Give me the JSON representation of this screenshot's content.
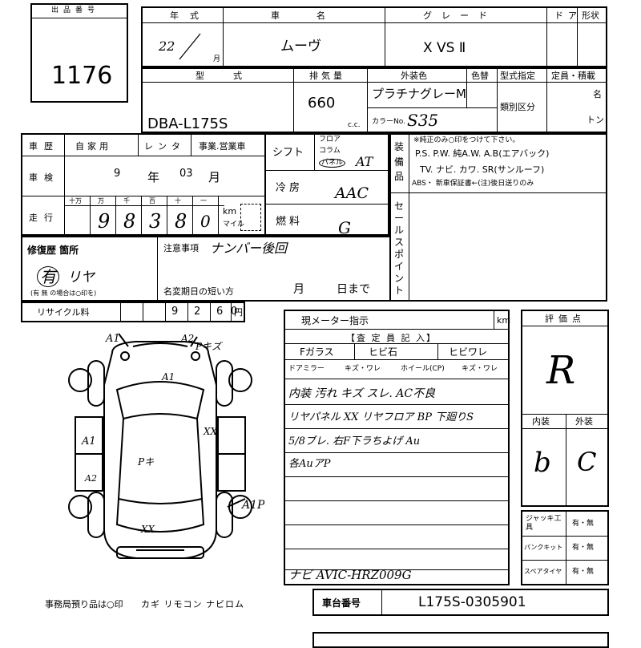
{
  "lot": {
    "label": "出品番号",
    "number": "1176"
  },
  "header": {
    "year_label": "年式",
    "name_label": "車名",
    "grade_label": "グレード",
    "door_label": "ドア",
    "shape_label": "形状",
    "year_value": "22",
    "year_suffix": "月",
    "car_name": "ムーヴ",
    "grade": "X VS Ⅱ"
  },
  "model": {
    "label": "型式",
    "value": "DBA-L175S",
    "displacement_label": "排気量",
    "displacement": "660",
    "cc": "c.c.",
    "color_label": "外装色",
    "color": "プラチナグレーM",
    "color_change_label": "色替",
    "color_no_label": "カラーNo.",
    "color_no": "S35",
    "type_designation": "型式指定",
    "class_label": "類別区分",
    "capacity_label": "定員・積載",
    "persons_unit": "名",
    "ton_unit": "トン"
  },
  "history": {
    "label": "車歴",
    "options": [
      "自家用",
      "レンタ",
      "事業.営業車"
    ],
    "inspection_label": "車検",
    "insp_year": "9",
    "year_char": "年",
    "insp_month": "03",
    "month_char": "月",
    "mileage_label": "走行",
    "digit_labels": [
      "十万",
      "万",
      "千",
      "百",
      "十",
      "一"
    ],
    "mileage_digits": [
      "9",
      "8",
      "3",
      "8",
      "0"
    ],
    "km_label": "km",
    "mile_label": "マイル"
  },
  "shift": {
    "label": "シフト",
    "options": [
      "フロア",
      "コラム",
      "パネル"
    ],
    "value": "AT"
  },
  "ac": {
    "label": "冷房",
    "value": "AAC"
  },
  "fuel": {
    "label": "燃料",
    "value": "G"
  },
  "equipment": {
    "label": "装備品",
    "note": "※純正のみ○印をつけて下さい。",
    "row1": "P.S. P.W. 純A.W. A.B(エアバック)",
    "row2": "TV. ナビ. カワ. SR(サンルーフ)",
    "row3": "ABS・ 新車保証書←(注)後日送りのみ"
  },
  "sales_point": {
    "label": "セールスポイント"
  },
  "repair": {
    "label": "修復歴 箇所",
    "value": "有",
    "handwritten": "リヤ",
    "note": "(有 無 の場合は○印を)"
  },
  "notes": {
    "label": "注意事項",
    "value": "ナンバー後回",
    "name_change_label": "名変期日の短い方",
    "month": "月",
    "day": "日まで"
  },
  "recycle": {
    "label": "リサイクル料",
    "digits": [
      "9",
      "2",
      "6",
      "0"
    ],
    "yen": "円"
  },
  "meter": {
    "label": "現メーター指示",
    "km": "km"
  },
  "inspector": {
    "title": "【査 定 員 記 入】",
    "glass_label": "Fガラス",
    "glass_mid": "ヒビ石",
    "glass_right": "ヒビワレ",
    "mirror_label": "ドアミラー",
    "mirror_value": "キズ・ワレ",
    "wheel_label": "ホイール(CP)",
    "wheel_value": "キズ・ワレ",
    "lines": [
      "内装 汚れ キズ スレ. AC不良",
      "リヤパネル XX リヤフロア BP 下廻りS",
      "5/8ブレ. 右F下ラちよげ Au",
      "各AuアP"
    ],
    "navi": "ナビ AVIC-HRZ009G"
  },
  "evaluation": {
    "label": "評価点",
    "score": "R",
    "interior_label": "内装",
    "exterior_label": "外装",
    "interior": "b",
    "exterior": "C"
  },
  "tools": [
    {
      "label": "ジャッキ工具",
      "value": "有・無"
    },
    {
      "label": "パンクキット",
      "value": "有・無"
    },
    {
      "label": "スペアタイヤ",
      "value": "有・無"
    }
  ],
  "chassis": {
    "label": "車台番号",
    "value": "L175S-0305901"
  },
  "diagram": {
    "marks": [
      "A1",
      "A2",
      "Pキズ",
      "A1",
      "A1",
      "XX",
      "A2",
      "Pキ",
      "XX",
      "A1P"
    ]
  },
  "footer": {
    "deposit": "事務局預り品は○印",
    "items": "カギ リモコン ナビロム"
  }
}
